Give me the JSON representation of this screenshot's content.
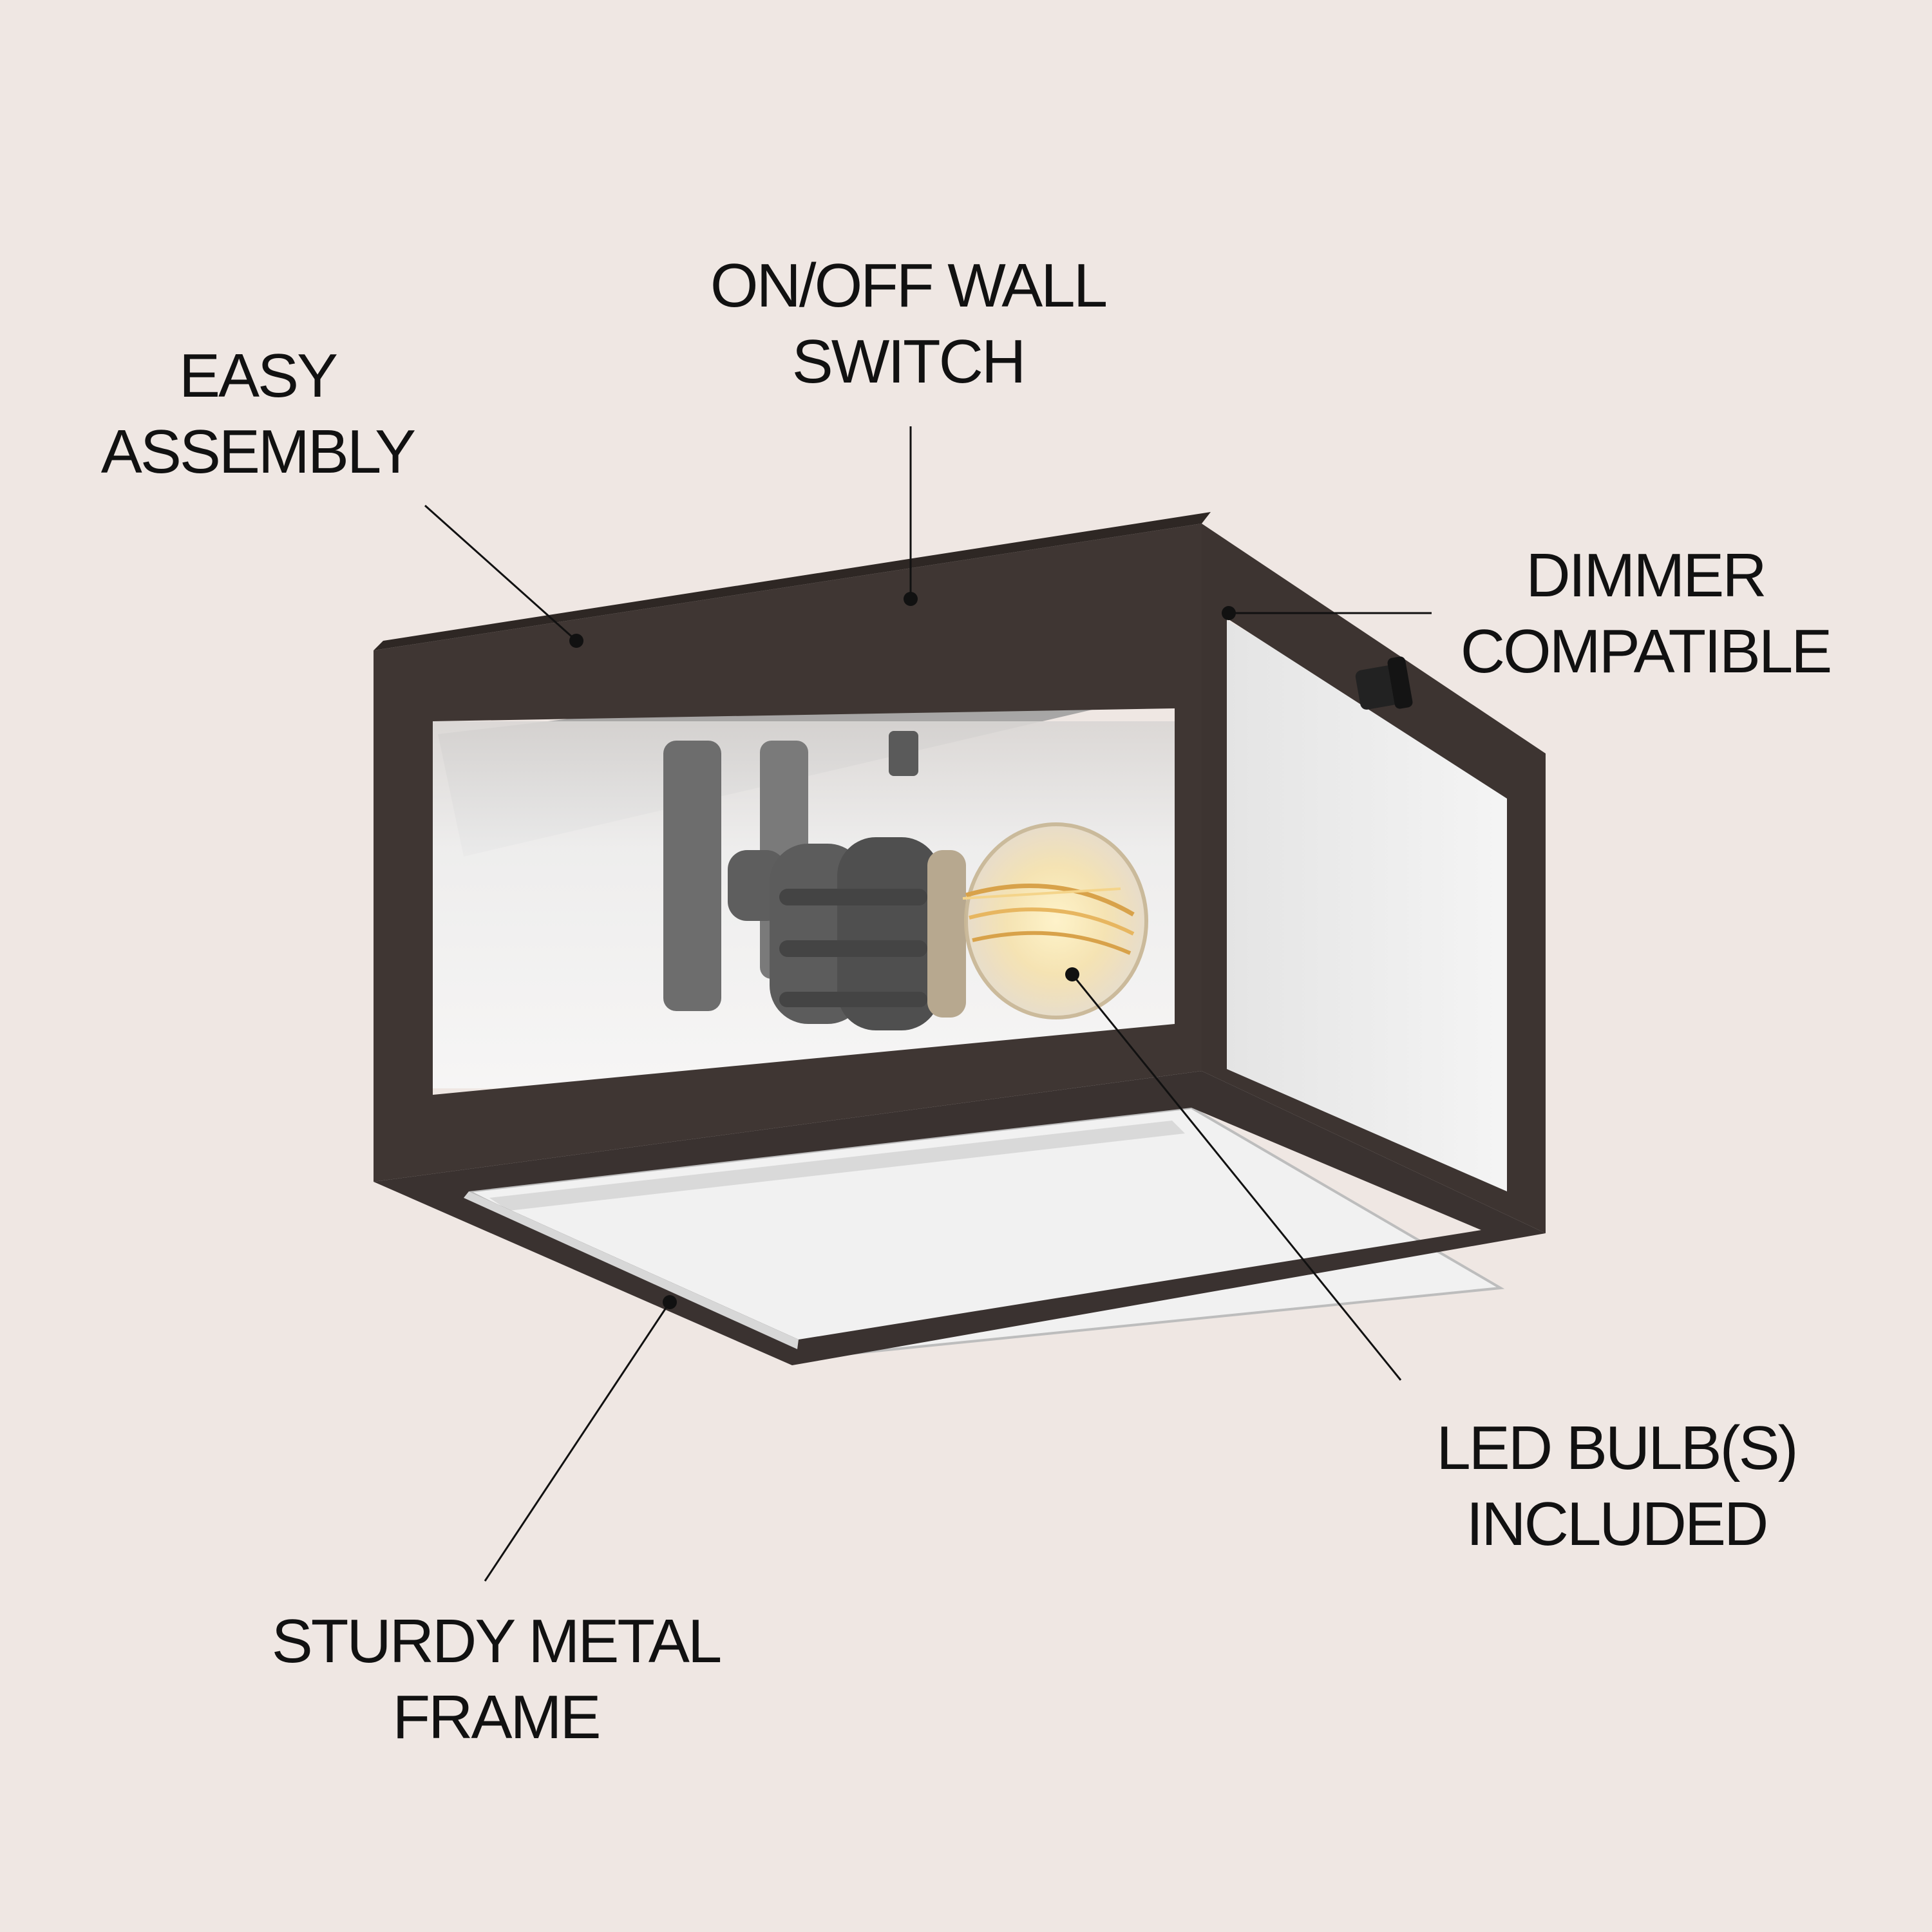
{
  "colors": {
    "background": "#efe7e3",
    "frame": "#3f3633",
    "text": "#111111"
  },
  "callouts": {
    "easy_assembly": {
      "line1": "EASY",
      "line2": "ASSEMBLY"
    },
    "wall_switch": {
      "line1": "ON/OFF WALL",
      "line2": "SWITCH"
    },
    "dimmer": {
      "line1": "DIMMER",
      "line2": "COMPATIBLE"
    },
    "led_bulb": {
      "line1": "LED BULB(S)",
      "line2": "INCLUDED"
    },
    "metal_frame": {
      "line1": "STURDY METAL",
      "line2": "FRAME"
    }
  },
  "product_image": {
    "subject": "square flush-mount ceiling light, dark bronze metal frame with clear glass panels and exposed filament bulb"
  }
}
